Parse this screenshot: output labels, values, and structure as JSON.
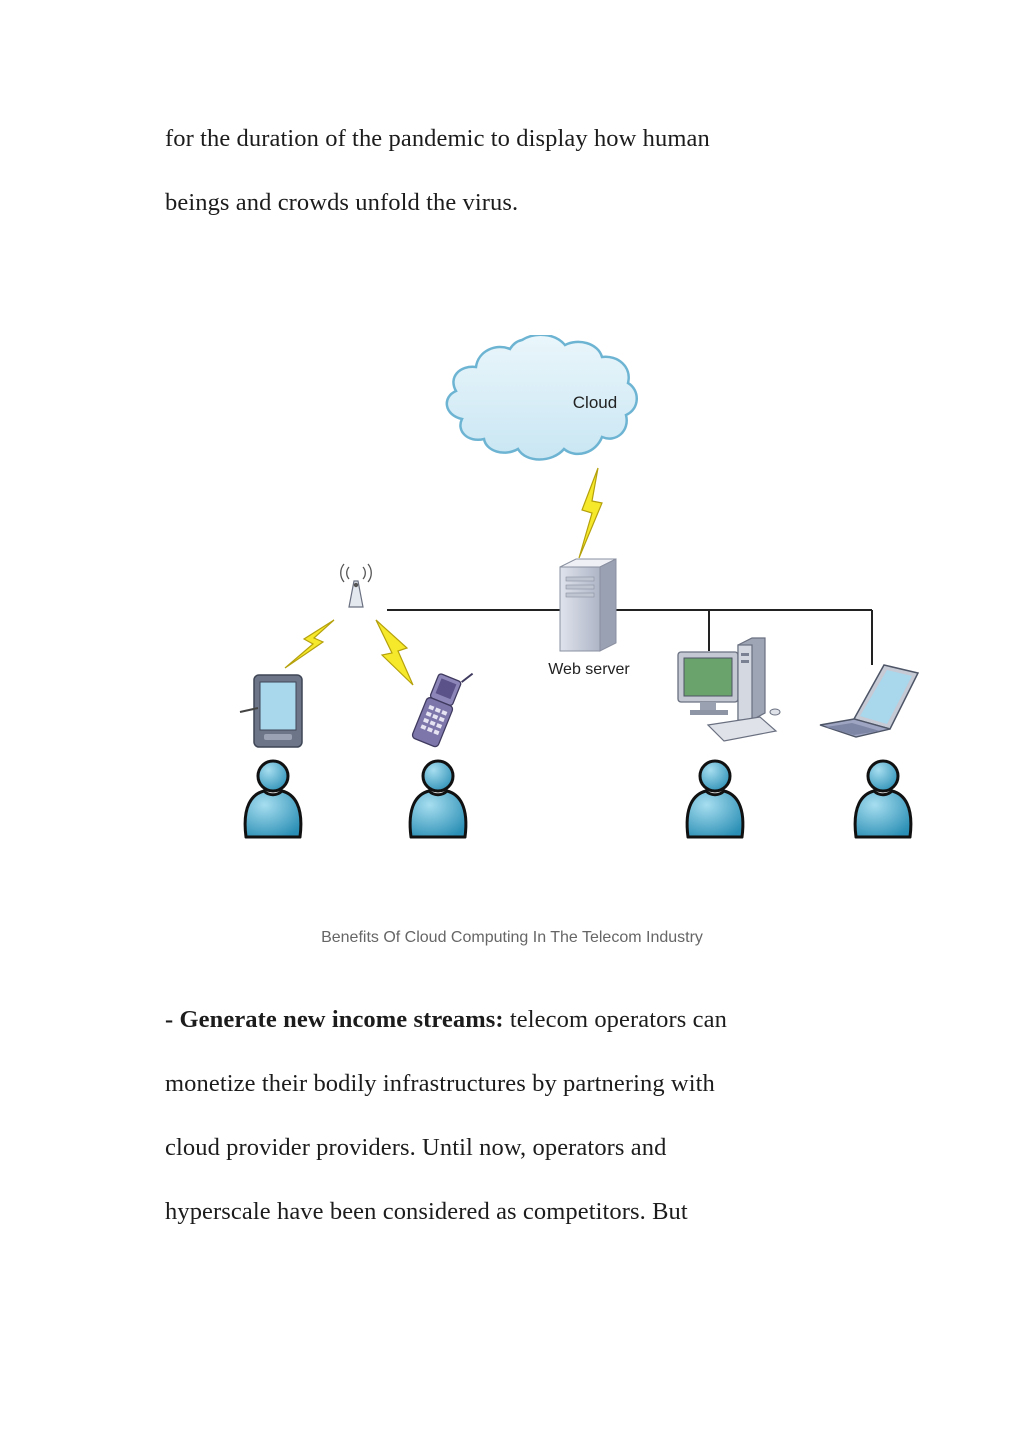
{
  "intro": {
    "line1": "for the duration of the pandemic to display how human",
    "line2": "beings and crowds unfold the virus."
  },
  "diagram": {
    "cloud_label": "Cloud",
    "server_label": "Web server"
  },
  "caption": "Benefits Of Cloud Computing In The Telecom Industry",
  "section": {
    "heading": "- Generate new income streams:",
    "line1_rest": " telecom operators can",
    "line2": "monetize their bodily infrastructures by partnering with",
    "line3": "cloud provider providers. Until now, operators and",
    "line4": "hyperscale have been considered as competitors. But"
  }
}
